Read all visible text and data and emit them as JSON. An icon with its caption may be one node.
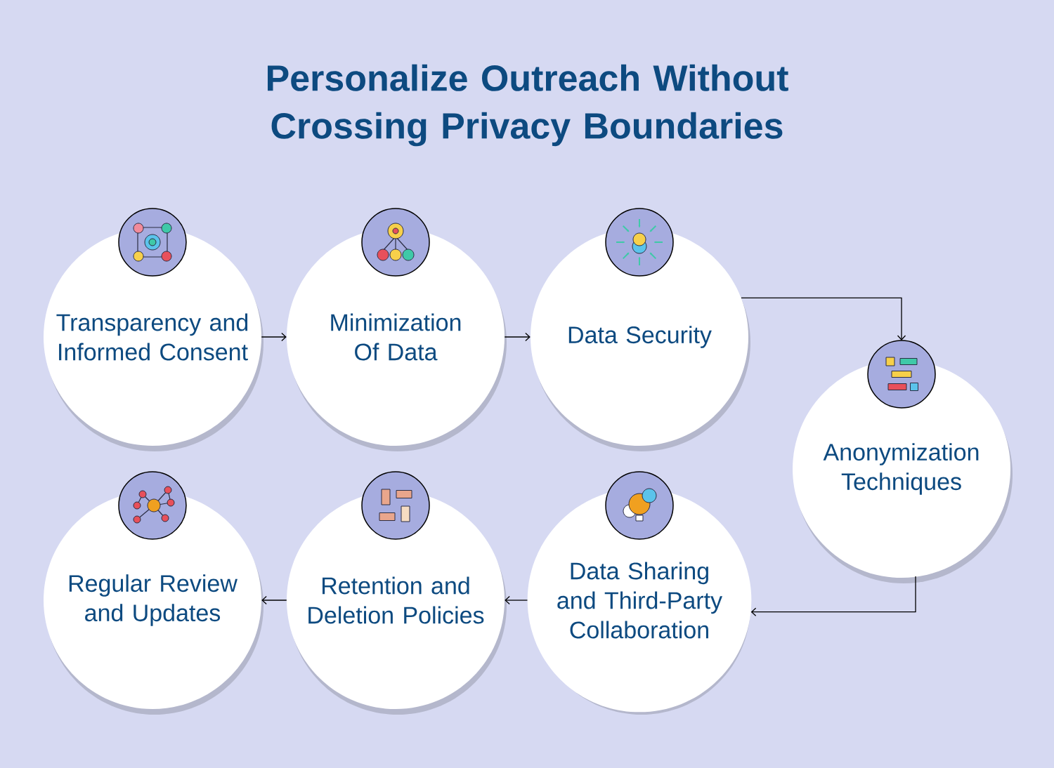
{
  "diagram": {
    "title": "Personalize Outreach Without Crossing Privacy Boundaries",
    "nodes": [
      {
        "text": [
          "Transparency and Informed Consent"
        ]
      },
      {
        "text": [
          "Minimization Of Data"
        ]
      },
      {
        "text": [
          "Data Security"
        ]
      },
      {
        "text": [
          "Anonymization Techniques"
        ]
      },
      {
        "text": [
          "Data Sharing and Third-Party Collaboration"
        ]
      },
      {
        "text": [
          "Retention and Deletion Policies"
        ]
      },
      {
        "text": [
          "Regular Review and Updates"
        ]
      }
    ],
    "edges": [
      {
        "from": 0,
        "to": 1,
        "arrow": "to"
      },
      {
        "from": 1,
        "to": 2,
        "arrow": "to"
      },
      {
        "from": 2,
        "to": 3,
        "arrow": "to"
      },
      {
        "from": 3,
        "to": 4,
        "arrow": "to"
      },
      {
        "from": 4,
        "to": 5,
        "arrow": "to"
      },
      {
        "from": 5,
        "to": 6,
        "arrow": "to"
      }
    ]
  }
}
